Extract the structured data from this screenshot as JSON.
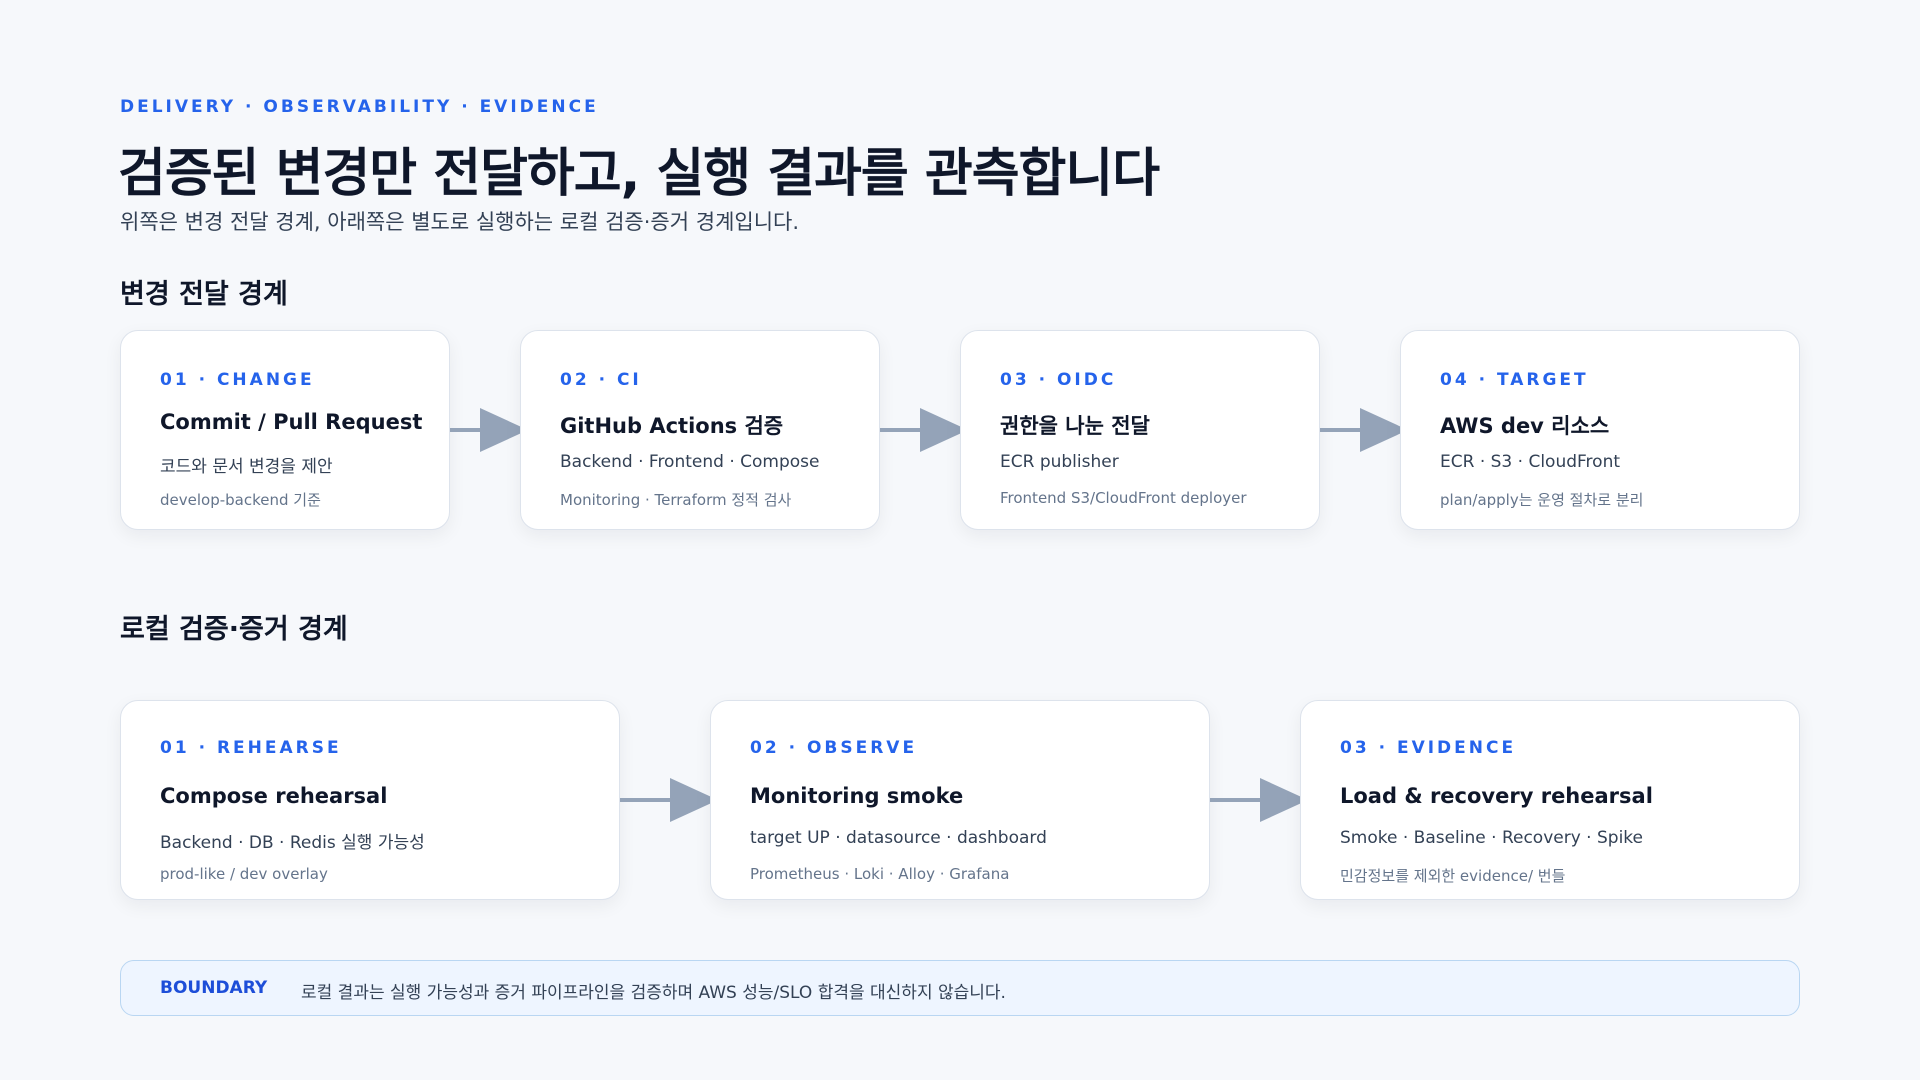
{
  "header": {
    "eyebrow": "DELIVERY · OBSERVABILITY · EVIDENCE",
    "title": "검증된 변경만 전달하고, 실행 결과를 관측합니다",
    "subtitle": "위쪽은 변경 전달 경계, 아래쪽은 별도로 실행하는 로컬 검증·증거 경계입니다."
  },
  "delivery": {
    "section_title": "변경 전달 경계",
    "steps": [
      {
        "step": "01 · CHANGE",
        "title": "Commit / Pull Request",
        "desc": "코드와 문서 변경을 제안",
        "note": "develop-backend 기준"
      },
      {
        "step": "02 · CI",
        "title": "GitHub Actions 검증",
        "desc": "Backend · Frontend · Compose",
        "note": "Monitoring · Terraform 정적 검사"
      },
      {
        "step": "03 · OIDC",
        "title": "권한을 나눈 전달",
        "desc": "ECR publisher",
        "note": "Frontend S3/CloudFront deployer"
      },
      {
        "step": "04 · TARGET",
        "title": "AWS dev 리소스",
        "desc": "ECR · S3 · CloudFront",
        "note": "plan/apply는 운영 절차로 분리"
      }
    ]
  },
  "local": {
    "section_title": "로컬 검증·증거 경계",
    "steps": [
      {
        "step": "01 · REHEARSE",
        "title": "Compose rehearsal",
        "desc": "Backend · DB · Redis 실행 가능성",
        "note": "prod-like / dev overlay"
      },
      {
        "step": "02 · OBSERVE",
        "title": "Monitoring smoke",
        "desc": "target UP · datasource · dashboard",
        "note": "Prometheus · Loki · Alloy · Grafana"
      },
      {
        "step": "03 · EVIDENCE",
        "title": "Load & recovery rehearsal",
        "desc": "Smoke · Baseline · Recovery · Spike",
        "note": "민감정보를 제외한 evidence/ 번들"
      }
    ]
  },
  "boundary": {
    "label": "BOUNDARY",
    "text": "로컬 결과는 실행 가능성과 증거 파이프라인을 검증하며 AWS 성능/SLO 합격을 대신하지 않습니다."
  },
  "colors": {
    "accent": "#2563eb",
    "arrow": "#94a3b8",
    "background": "#f6f8fb"
  }
}
